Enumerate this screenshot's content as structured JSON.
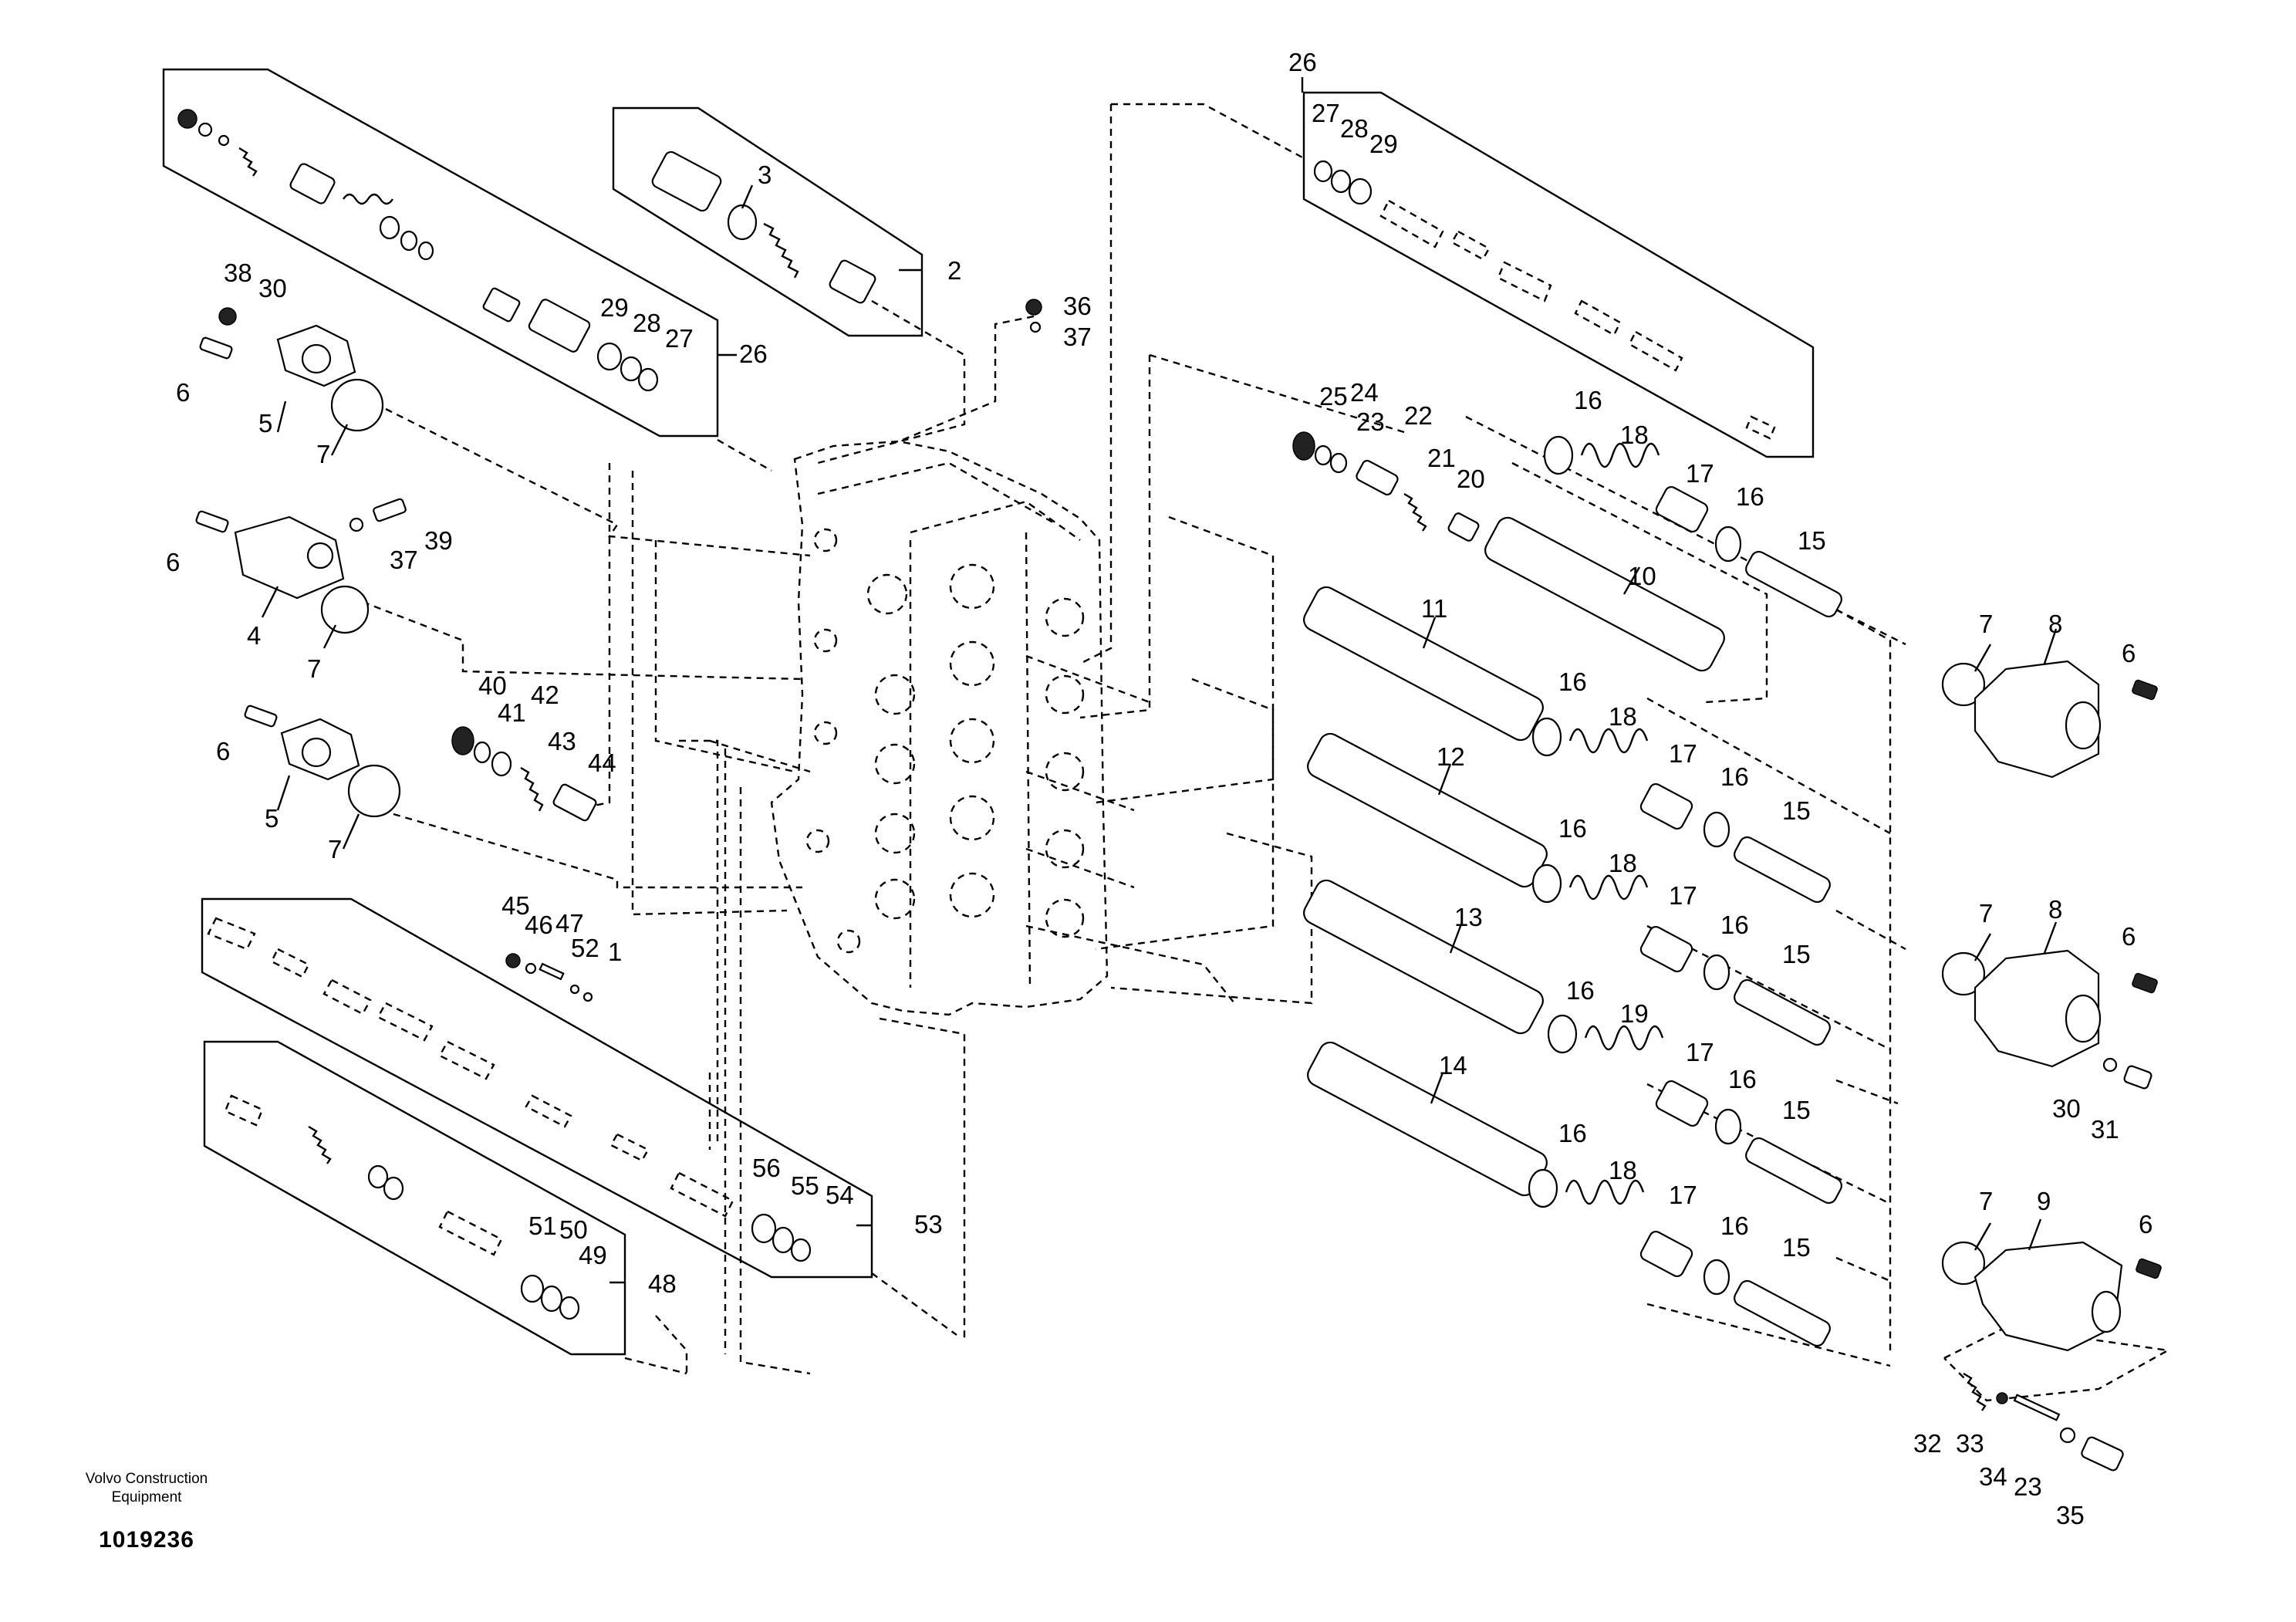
{
  "diagram": {
    "labels": {
      "p1": "1",
      "p2": "2",
      "p3": "3",
      "p4": "4",
      "p5a": "5",
      "p5b": "5",
      "p6a": "6",
      "p6b": "6",
      "p6c": "6",
      "p6d": "6",
      "p6e": "6",
      "p6f": "6",
      "p7a": "7",
      "p7b": "7",
      "p7c": "7",
      "p7d": "7",
      "p7e": "7",
      "p7f": "7",
      "p8a": "8",
      "p8b": "8",
      "p9": "9",
      "p10": "10",
      "p11": "11",
      "p12": "12",
      "p13": "13",
      "p14": "14",
      "p15a": "15",
      "p15b": "15",
      "p15c": "15",
      "p15d": "15",
      "p15e": "15",
      "p16a": "16",
      "p16b": "16",
      "p16c": "16",
      "p16d": "16",
      "p16e": "16",
      "p16f": "16",
      "p16g": "16",
      "p16h": "16",
      "p16i": "16",
      "p16j": "16",
      "p17a": "17",
      "p17b": "17",
      "p17c": "17",
      "p17d": "17",
      "p17e": "17",
      "p18a": "18",
      "p18b": "18",
      "p18c": "18",
      "p18d": "18",
      "p19": "19",
      "p20": "20",
      "p21": "21",
      "p22": "22",
      "p23a": "23",
      "p23b": "23",
      "p24": "24",
      "p25": "25",
      "p26a": "26",
      "p26b": "26",
      "p27a": "27",
      "p27b": "27",
      "p28a": "28",
      "p28b": "28",
      "p29a": "29",
      "p29b": "29",
      "p30a": "30",
      "p30b": "30",
      "p31": "31",
      "p32": "32",
      "p33": "33",
      "p34": "34",
      "p35": "35",
      "p36": "36",
      "p37a": "37",
      "p37b": "37",
      "p38": "38",
      "p39": "39",
      "p40": "40",
      "p41": "41",
      "p42": "42",
      "p43": "43",
      "p44": "44",
      "p45": "45",
      "p46": "46",
      "p47": "47",
      "p48": "48",
      "p49": "49",
      "p50": "50",
      "p51": "51",
      "p52": "52",
      "p53": "53",
      "p54": "54",
      "p55": "55",
      "p56": "56"
    }
  },
  "footer": {
    "maker_line1": "Volvo Construction",
    "maker_line2": "Equipment",
    "doc_number": "1019236"
  }
}
